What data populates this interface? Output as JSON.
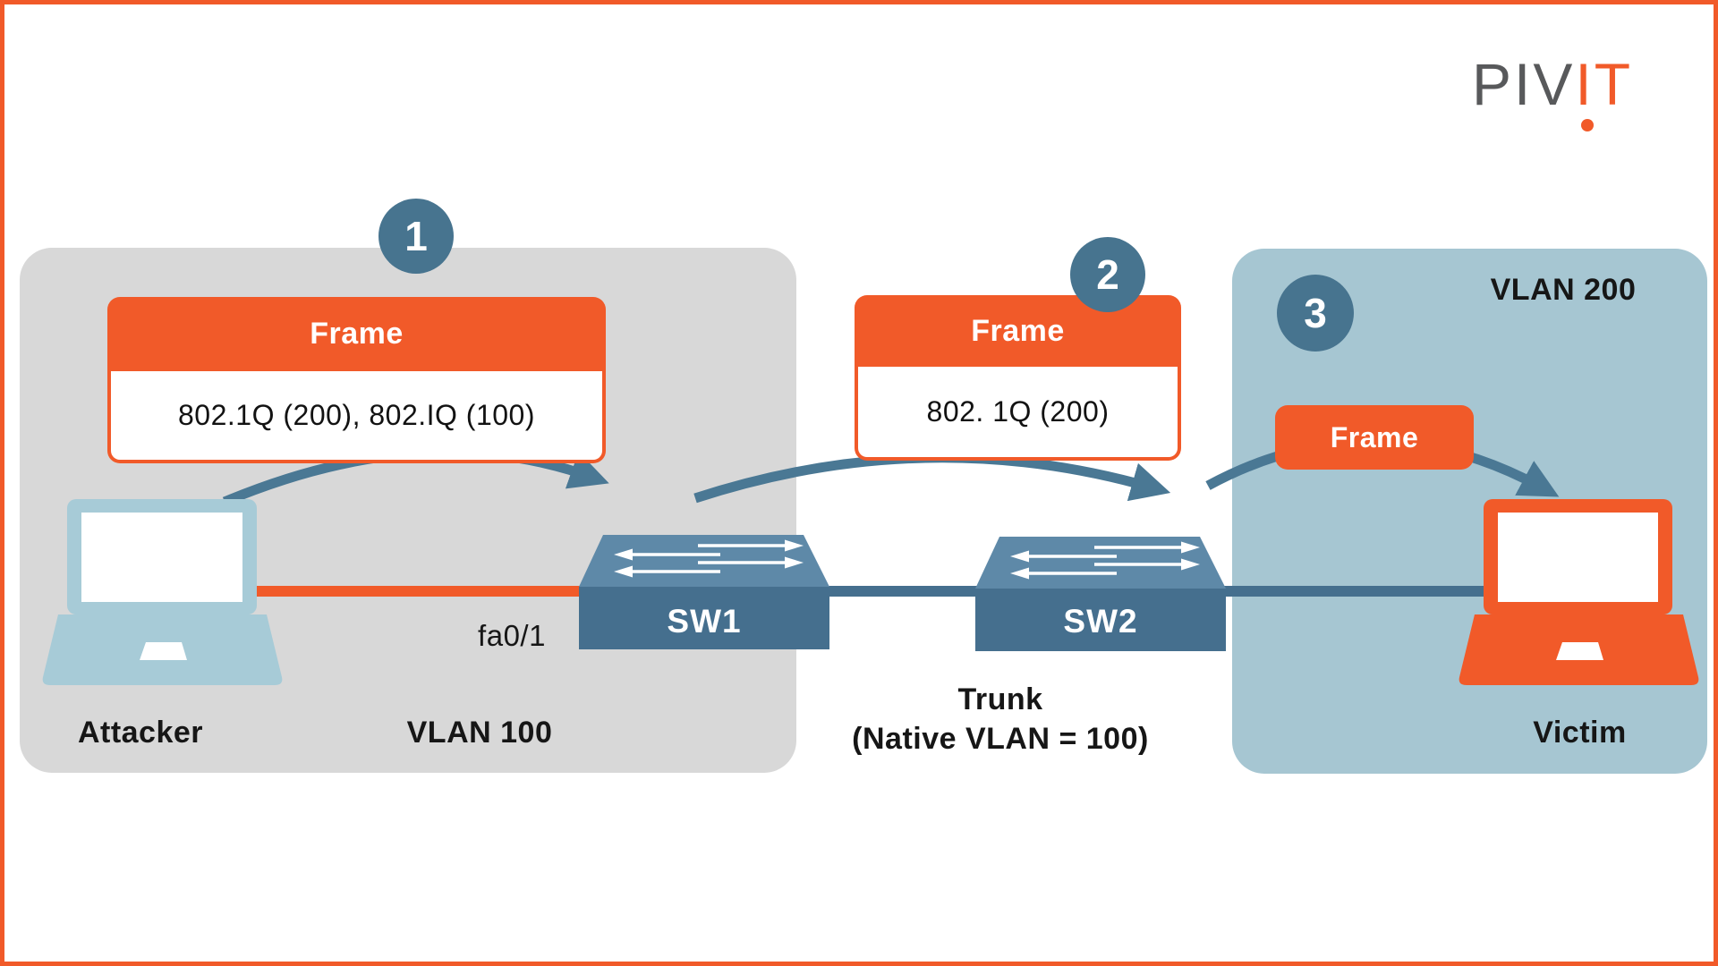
{
  "logo": {
    "gray": "PIV",
    "orange": "IT"
  },
  "steps": {
    "s1": "1",
    "s2": "2",
    "s3": "3"
  },
  "frame1": {
    "header": "Frame",
    "body": "802.1Q (200), 802.IQ (100)"
  },
  "frame2": {
    "header": "Frame",
    "body": "802. 1Q (200)"
  },
  "frame3": {
    "label": "Frame"
  },
  "devices": {
    "attacker": "Attacker",
    "victim": "Victim",
    "sw1": "SW1",
    "sw2": "SW2"
  },
  "labels": {
    "port": "fa0/1",
    "vlan100": "VLAN 100",
    "vlan200": "VLAN 200",
    "trunk_line1": "Trunk",
    "trunk_line2": "(Native VLAN = 100)"
  },
  "colors": {
    "accent_orange": "#F15A29",
    "slate_blue": "#4A7894",
    "switch_front": "#456F8E",
    "switch_top": "#5E89A8",
    "panel_gray": "#D8D8D8",
    "panel_blue": "#A6C6D2",
    "logo_gray": "#58595B"
  }
}
